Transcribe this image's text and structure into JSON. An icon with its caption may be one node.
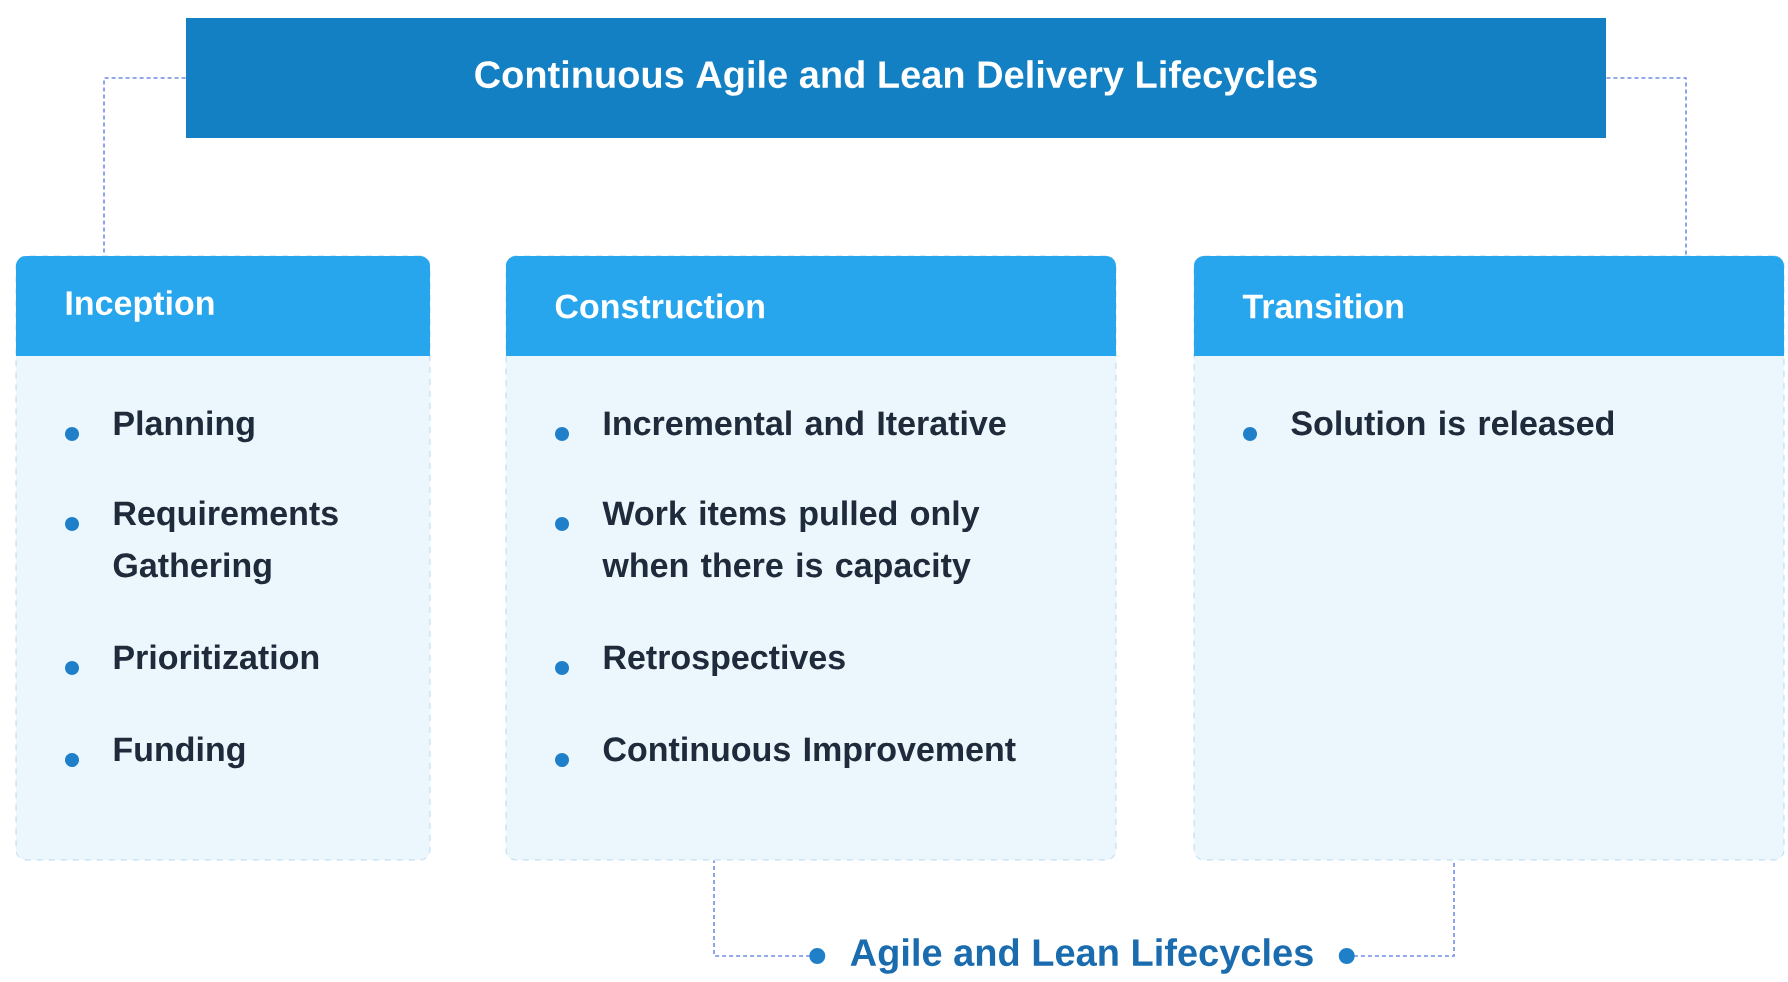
{
  "diagram": {
    "nodes": [
      {
        "text": [
          "Continuous Agile and Lean Delivery Lifecycles"
        ]
      },
      {
        "text": [
          "Inception",
          "Planning",
          "Requirements Gathering",
          "Prioritization",
          "Funding"
        ]
      },
      {
        "text": [
          "Construction",
          "Incremental and Iterative",
          "Work items pulled only when there is capacity",
          "Retrospectives",
          "Continuous Improvement"
        ]
      },
      {
        "text": [
          "Transition",
          "Solution is released"
        ]
      },
      {
        "text": [
          "Agile and Lean Lifecycles"
        ]
      }
    ],
    "edges": [
      {
        "from": 0,
        "to": 1,
        "arrow": "none",
        "style": "dashed"
      },
      {
        "from": 0,
        "to": 3,
        "arrow": "none",
        "style": "dashed"
      },
      {
        "from": 4,
        "to": 2,
        "arrow": "other",
        "style": "dashed"
      },
      {
        "from": 4,
        "to": 3,
        "arrow": "other",
        "style": "dashed"
      }
    ]
  }
}
